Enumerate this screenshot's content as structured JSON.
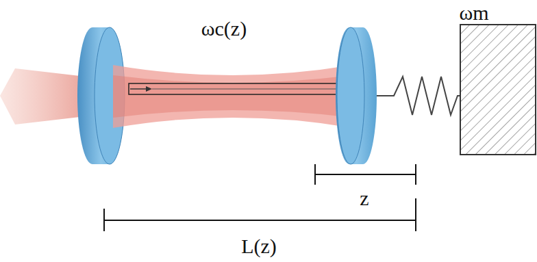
{
  "diagram": {
    "labels": [
      "ωc(z)",
      "ωm",
      "z",
      "L(z)"
    ]
  }
}
